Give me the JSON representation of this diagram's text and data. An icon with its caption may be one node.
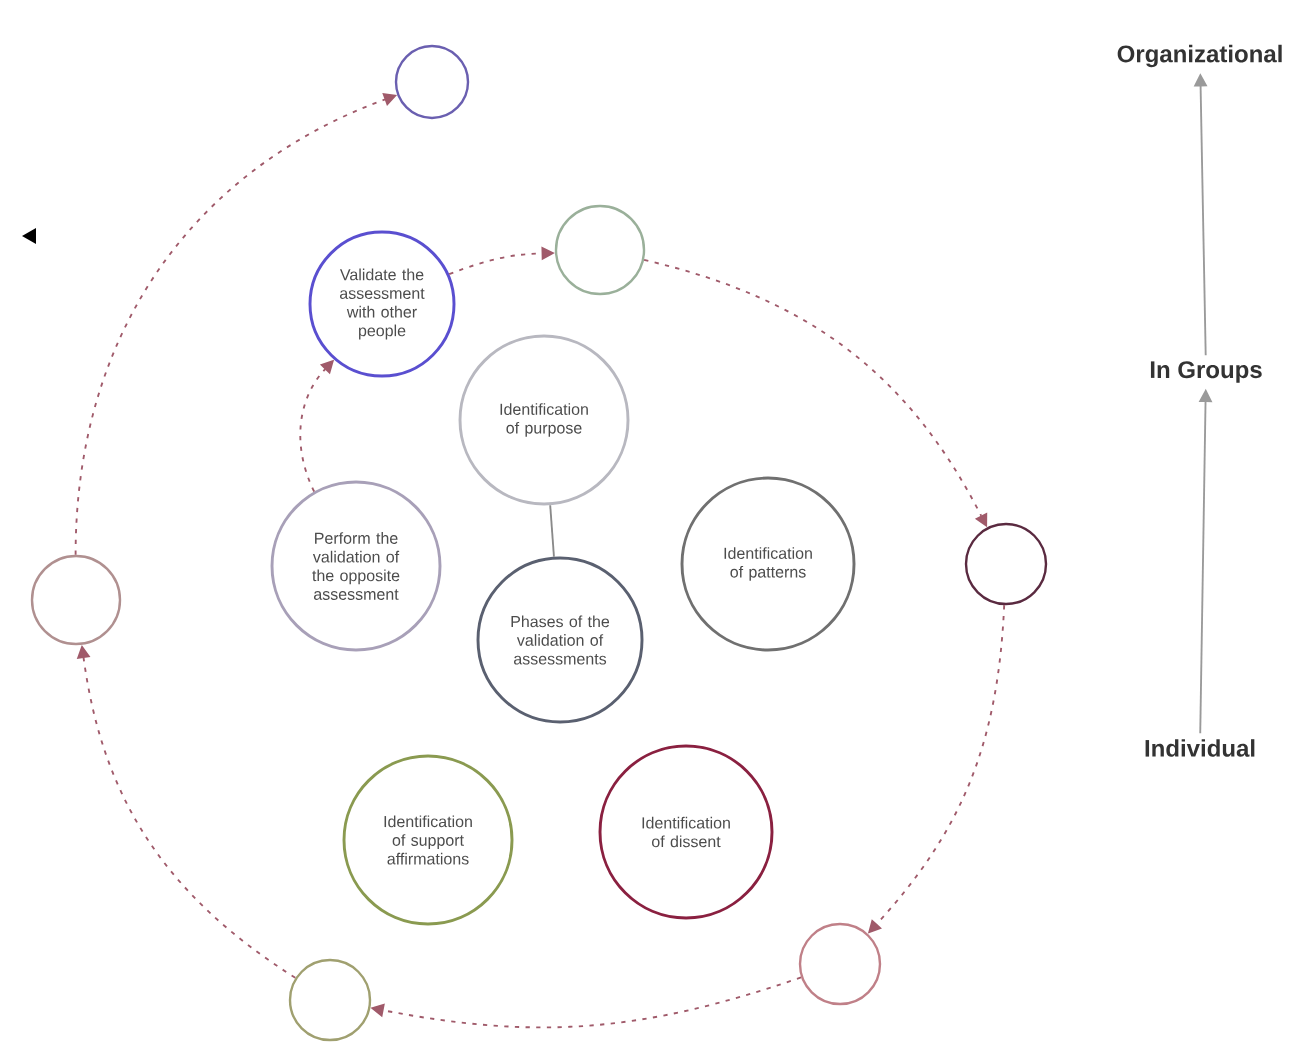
{
  "diagram": {
    "nodes": [
      {
        "text": [],
        "shape": "circle"
      },
      {
        "text": [
          "Validate the assessment with other people"
        ]
      },
      {
        "text": [],
        "shape": "circle"
      },
      {
        "text": [
          "Identification of purpose"
        ]
      },
      {
        "text": [
          "Perform the validation of the opposite assessment"
        ]
      },
      {
        "text": [
          "Identification of patterns"
        ]
      },
      {
        "text": [],
        "shape": "circle"
      },
      {
        "text": [],
        "shape": "circle"
      },
      {
        "text": [
          "Phases of the validation of assessments"
        ]
      },
      {
        "text": [
          "Identification of support affirmations"
        ]
      },
      {
        "text": [
          "Identification of dissent"
        ]
      },
      {
        "text": [],
        "shape": "circle"
      },
      {
        "text": [],
        "shape": "circle"
      },
      {
        "text": [
          "Organizational"
        ]
      },
      {
        "text": [
          "In Groups"
        ]
      },
      {
        "text": [
          "Individual"
        ]
      }
    ],
    "edges": [
      {
        "from": 7,
        "to": 0,
        "arrow": "to",
        "style": "dashed"
      },
      {
        "from": 4,
        "to": 1,
        "arrow": "to",
        "style": "dashed"
      },
      {
        "from": 1,
        "to": 2,
        "arrow": "to",
        "style": "dashed"
      },
      {
        "from": 2,
        "to": 6,
        "arrow": "to",
        "style": "dashed"
      },
      {
        "from": 6,
        "to": 11,
        "arrow": "to",
        "style": "dashed"
      },
      {
        "from": 11,
        "to": 12,
        "arrow": "to",
        "style": "dashed"
      },
      {
        "from": 12,
        "to": 7,
        "arrow": "to",
        "style": "dashed"
      },
      {
        "from": 3,
        "to": 8,
        "arrow": "none",
        "color": "#8a8a8a"
      },
      {
        "from": 15,
        "to": 14,
        "arrow": "to",
        "color": "#9a9a9a"
      },
      {
        "from": 14,
        "to": 13,
        "arrow": "to",
        "color": "#9a9a9a"
      }
    ]
  }
}
